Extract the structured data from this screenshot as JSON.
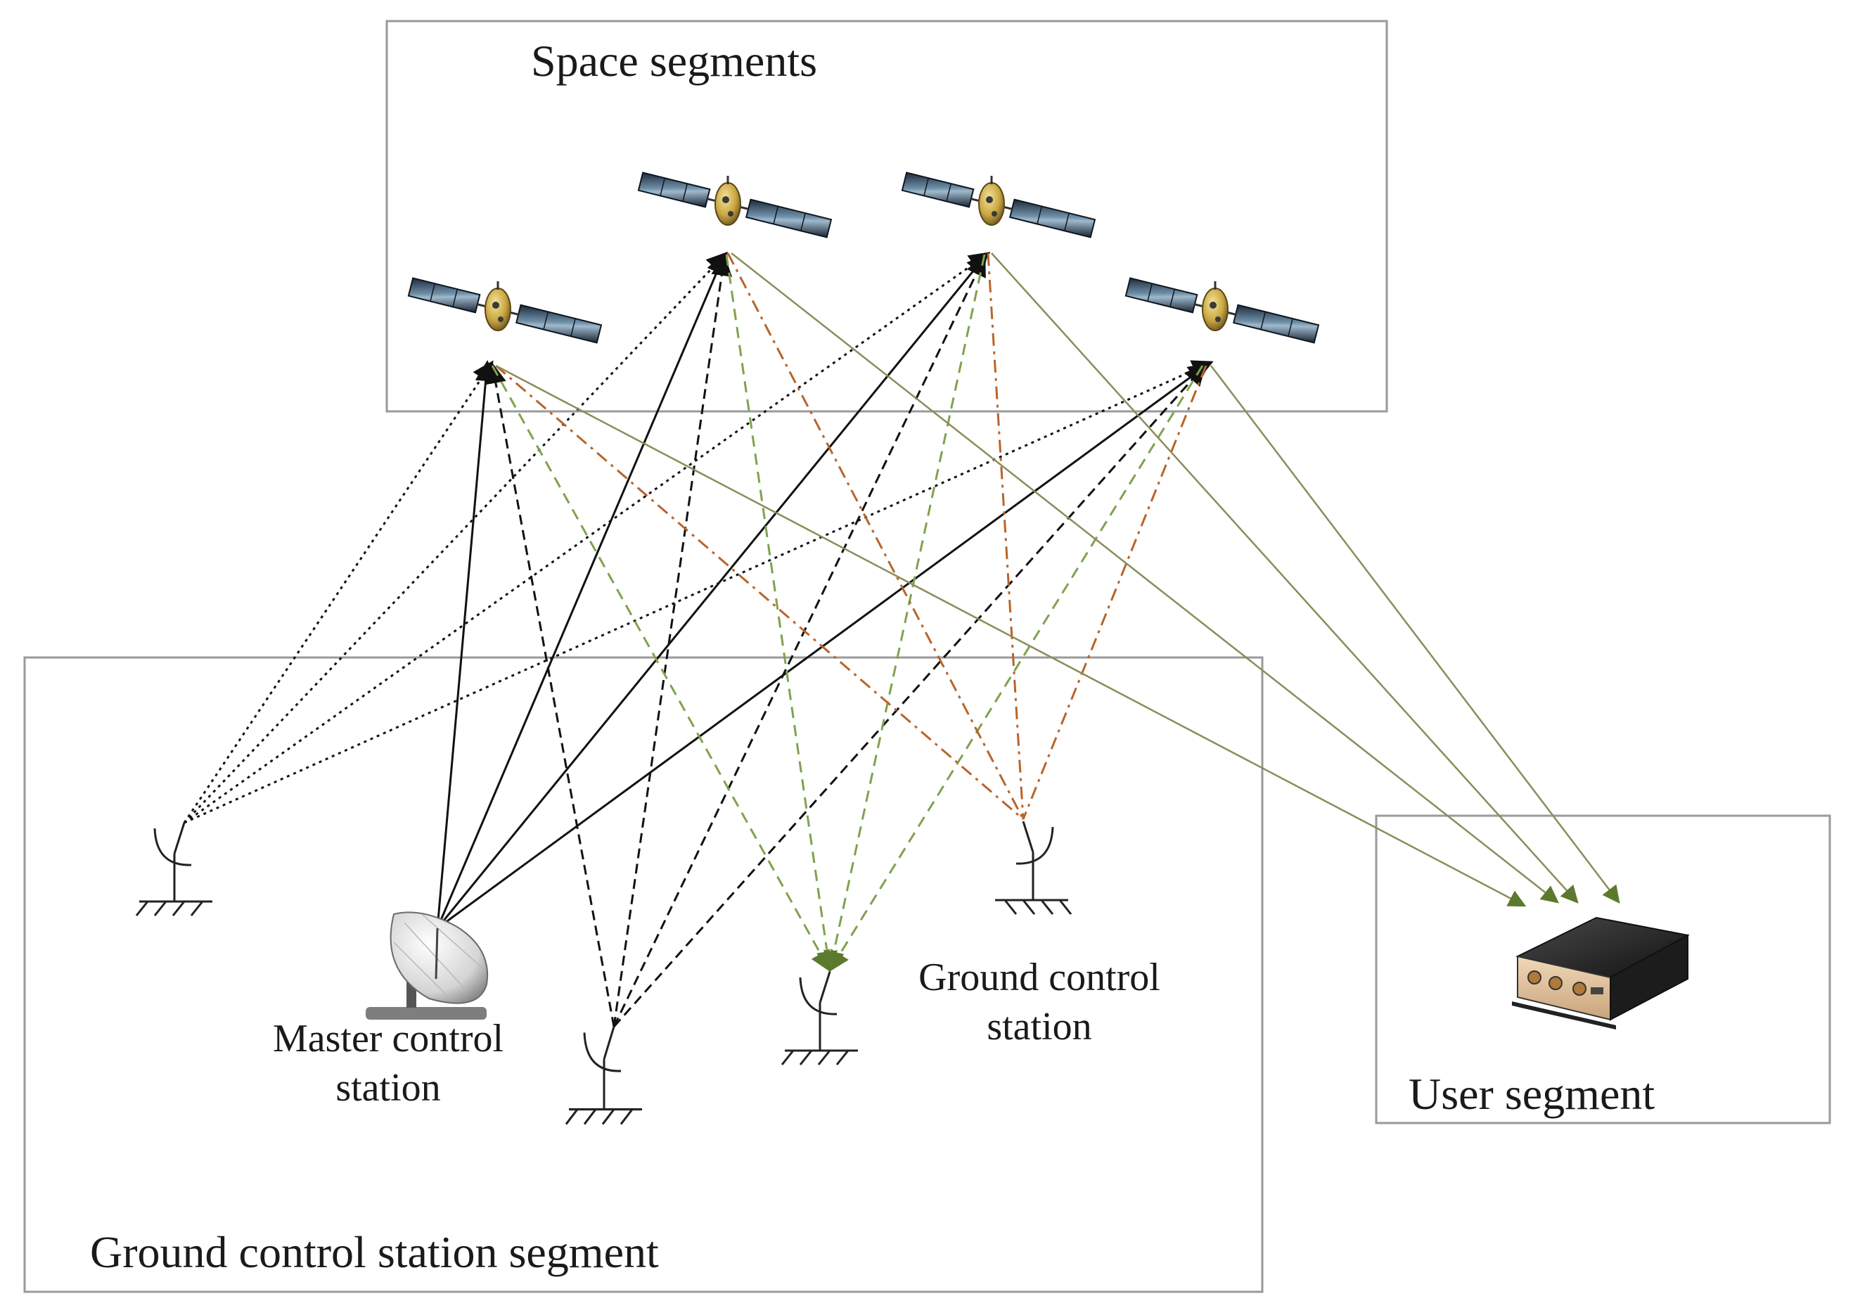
{
  "segments": {
    "space_label": "Space segments",
    "ground_label": "Ground control station segment",
    "user_label": "User segment"
  },
  "stations": {
    "master_line1": "Master control",
    "master_line2": "station",
    "ground_line1": "Ground control",
    "ground_line2": "station"
  },
  "colors": {
    "box_border": "#9a9a9a",
    "black_link": "#111111",
    "olive_link": "#8c8c5a",
    "green_link": "#7fa24e",
    "orange_link": "#b8642a",
    "arrow_green": "#5c7a2e"
  }
}
